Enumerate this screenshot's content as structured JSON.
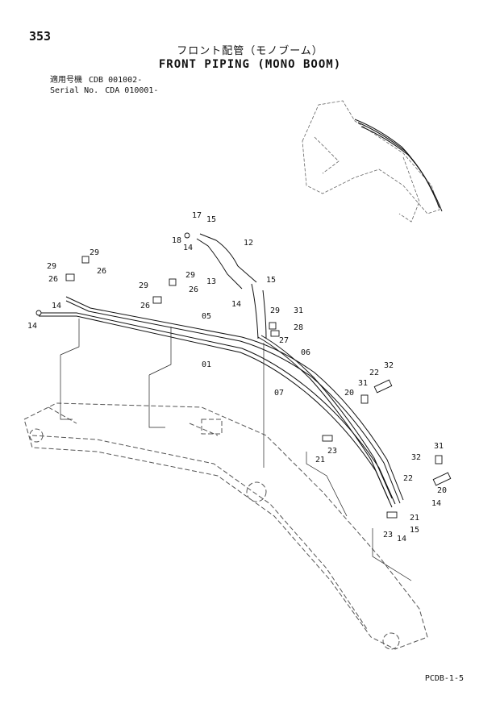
{
  "header": {
    "page_number": "353",
    "title_jp": "フロント配管（モノブーム）",
    "title_en": "FRONT PIPING (MONO BOOM)"
  },
  "serials": [
    {
      "label": "適用号機",
      "value": "CDB 001002-"
    },
    {
      "label": "Serial No.",
      "value": "CDA 010001-"
    }
  ],
  "callouts": {
    "c353_01": "01",
    "c353_05": "05",
    "c353_06": "06",
    "c353_07": "07",
    "c12": "12",
    "c13": "13",
    "c14a": "14",
    "c14b": "14",
    "c14c": "14",
    "c14d": "14",
    "c14e": "14",
    "c14f": "14",
    "c15a": "15",
    "c15b": "15",
    "c15c": "15",
    "c17": "17",
    "c18": "18",
    "c20a": "20",
    "c20b": "20",
    "c21a": "21",
    "c21b": "21",
    "c22a": "22",
    "c22b": "22",
    "c23a": "23",
    "c23b": "23",
    "c26a": "26",
    "c26b": "26",
    "c26c": "26",
    "c26d": "26",
    "c27": "27",
    "c28": "28",
    "c29a": "29",
    "c29b": "29",
    "c29c": "29",
    "c29d": "29",
    "c29e": "29",
    "c31a": "31",
    "c31b": "31",
    "c31c": "31",
    "c32a": "32",
    "c32b": "32"
  },
  "footer": {
    "code": "PCDB-1-5"
  }
}
